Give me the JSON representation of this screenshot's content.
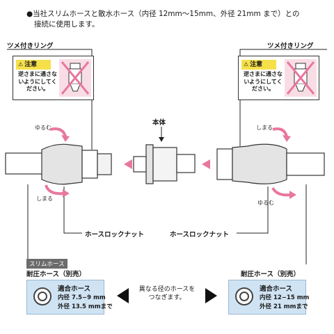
{
  "intro": {
    "line1": "●当社スリムホースと散水ホース（内径 12mm〜15mm、外径 21mm まで）との",
    "line2": "接続に使用します。"
  },
  "left_ring_label": "ツメ付きリング",
  "right_ring_label": "ツメ付きリング",
  "left_warning": {
    "badge": "注意",
    "text": "逆さまに通さないようにしてください。"
  },
  "right_warning": {
    "badge": "注意",
    "text": "逆さまに通さないようにしてください。"
  },
  "body_label": "本体",
  "left_loosen": "ゆるむ",
  "left_tighten": "しまる",
  "right_tighten": "しまる",
  "right_loosen": "ゆるむ",
  "left_nut_label": "ホースロックナット",
  "right_nut_label": "ホースロックナット",
  "slim_hose_tag": "スリムホース",
  "left_hose_label": "耐圧ホース（別売）",
  "right_hose_label": "耐圧ホース（別売）",
  "left_fit": {
    "title": "適合ホース",
    "inner": "内径 7.5−9 mm",
    "outer": "外径 13.5 mmまで"
  },
  "right_fit": {
    "title": "適合ホース",
    "inner": "内径 12−15 mm",
    "outer": "外径 21 mmまで"
  },
  "center_note": {
    "line1": "異なる径のホースを",
    "line2": "つなぎます。"
  },
  "colors": {
    "pink": "#e8779f",
    "warn_yellow": "#f6e04a",
    "fit_blue": "#cfe3f3",
    "gray_tag": "#6b6b6b"
  }
}
